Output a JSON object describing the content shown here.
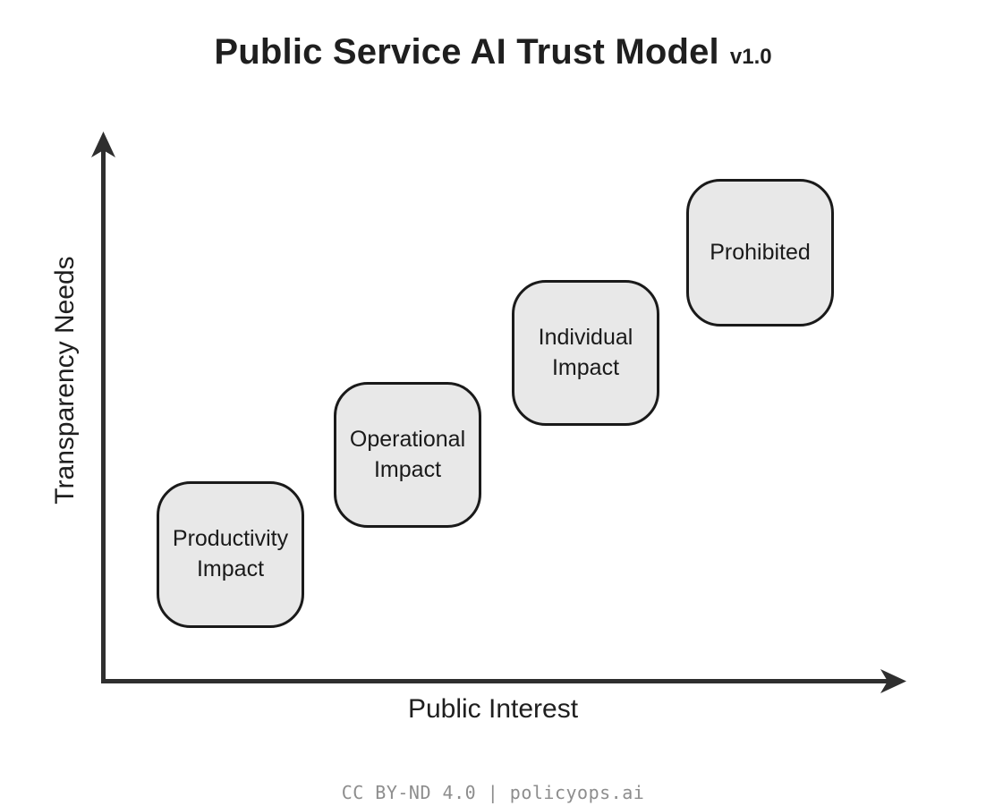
{
  "title": {
    "main": "Public Service AI Trust Model",
    "version": "v1.0"
  },
  "axes": {
    "y_label": "Transparency Needs",
    "x_label": "Public Interest"
  },
  "nodes": [
    {
      "label": "Productivity Impact"
    },
    {
      "label": "Operational Impact"
    },
    {
      "label": "Individual Impact"
    },
    {
      "label": "Prohibited"
    }
  ],
  "footer": {
    "text": "CC BY-ND 4.0 | policyops.ai"
  },
  "colors": {
    "background": "#ffffff",
    "axis": "#2f2f2f",
    "node_fill": "#e8e8e8",
    "node_border": "#1a1a1a",
    "text": "#1f1f1f",
    "footer_text": "#8d8d8d"
  }
}
